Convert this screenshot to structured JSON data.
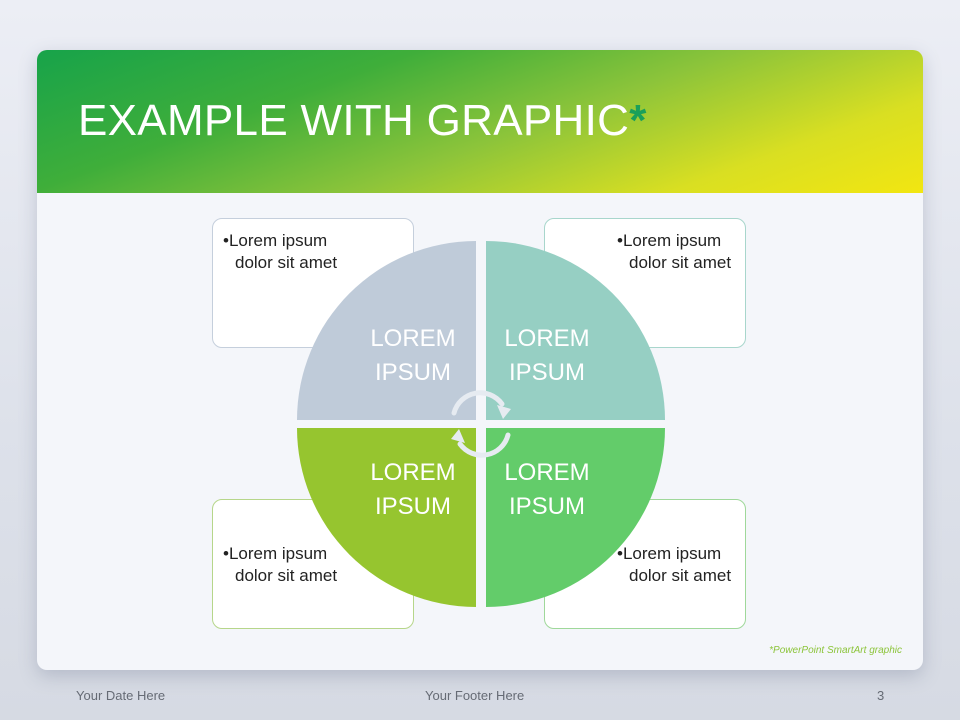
{
  "slide": {
    "title": "EXAMPLE WITH GRAPHIC",
    "title_mark": "*",
    "note": "*PowerPoint SmartArt graphic"
  },
  "boxes": [
    {
      "text": "•Lorem ipsum dolor sit amet"
    },
    {
      "text": "•Lorem ipsum dolor sit amet"
    },
    {
      "text": "•Lorem ipsum dolor sit amet"
    },
    {
      "text": "•Lorem ipsum dolor sit amet"
    }
  ],
  "quadrants": [
    {
      "label_line1": "LOREM",
      "label_line2": "IPSUM",
      "color": "#bfcbd9"
    },
    {
      "label_line1": "LOREM",
      "label_line2": "IPSUM",
      "color": "#96cfc3"
    },
    {
      "label_line1": "LOREM",
      "label_line2": "IPSUM",
      "color": "#96c52f"
    },
    {
      "label_line1": "LOREM",
      "label_line2": "IPSUM",
      "color": "#63cc6a"
    }
  ],
  "footer": {
    "date": "Your Date Here",
    "text": "Your Footer Here",
    "page": "3"
  },
  "colors": {
    "banner_start": "#17a34a",
    "banner_end": "#f2e611",
    "accent": "#8cc43a"
  }
}
